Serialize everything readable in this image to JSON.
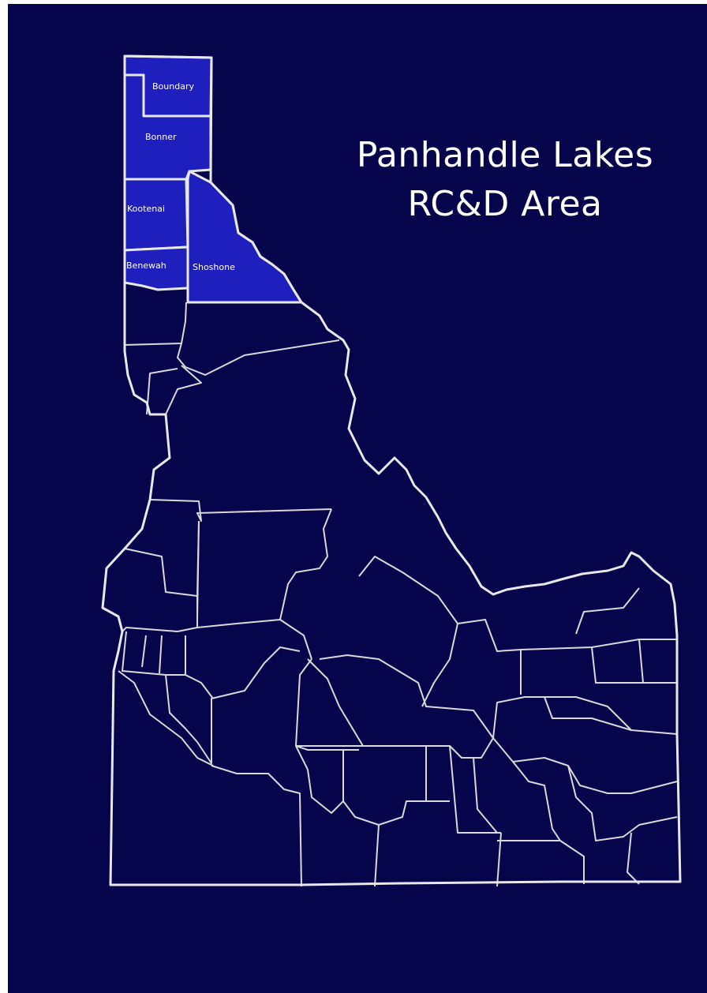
{
  "map": {
    "title_line1": "Panhandle Lakes",
    "title_line2": "RC&D Area",
    "highlight_color": "#1f1fbd",
    "background_color": "#06044a",
    "border_color": "#e8e8e8",
    "counties": {
      "boundary": "Boundary",
      "bonner": "Bonner",
      "kootenai": "Kootenai",
      "benewah": "Benewah",
      "shoshone": "Shoshone"
    }
  }
}
